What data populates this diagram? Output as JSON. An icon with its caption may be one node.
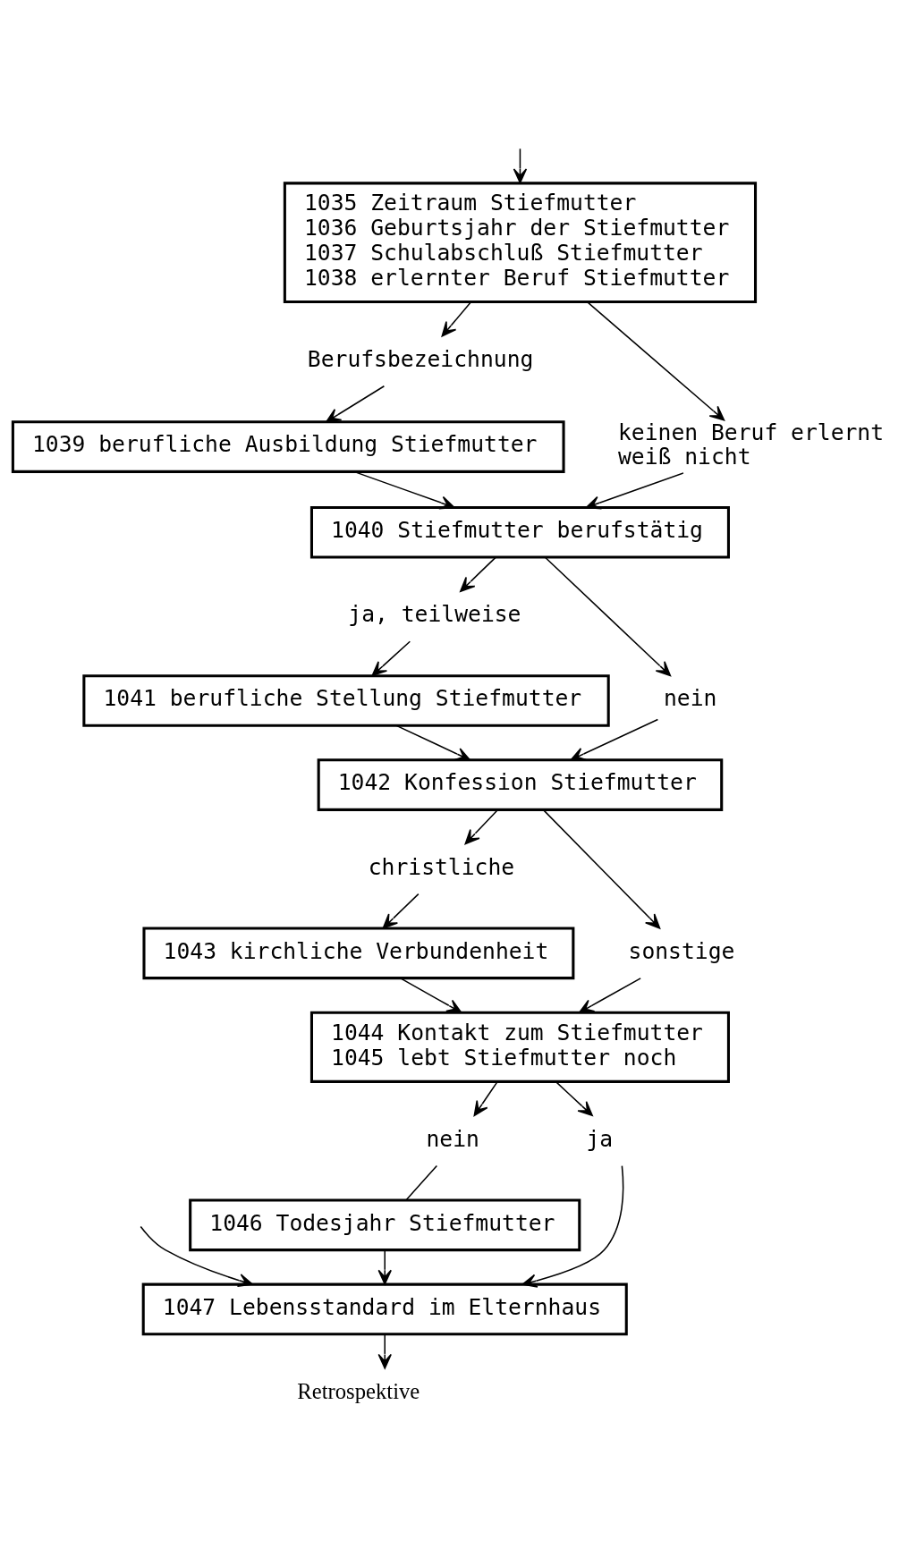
{
  "diagram": {
    "nodes": [
      {
        "text": [
          "1035 Zeitraum Stiefmutter",
          "1036 Geburtsjahr der Stiefmutter",
          "1037 Schulabschluß Stiefmutter",
          "1038 erlernter Beruf Stiefmutter"
        ]
      },
      {
        "text": [
          "Berufsbezeichnung"
        ]
      },
      {
        "text": [
          "keinen Beruf erlernt",
          "weiß nicht"
        ]
      },
      {
        "text": [
          "1039 berufliche Ausbildung Stiefmutter"
        ]
      },
      {
        "text": [
          "1040 Stiefmutter berufstätig"
        ]
      },
      {
        "text": [
          "ja, teilweise"
        ]
      },
      {
        "text": [
          "nein"
        ]
      },
      {
        "text": [
          "1041 berufliche Stellung Stiefmutter"
        ]
      },
      {
        "text": [
          "1042 Konfession Stiefmutter"
        ]
      },
      {
        "text": [
          "christliche"
        ]
      },
      {
        "text": [
          "sonstige"
        ]
      },
      {
        "text": [
          "1043 kirchliche Verbundenheit"
        ]
      },
      {
        "text": [
          "1044 Kontakt zum Stiefmutter",
          "1045 lebt Stiefmutter noch"
        ]
      },
      {
        "text": [
          "nein"
        ]
      },
      {
        "text": [
          "ja"
        ]
      },
      {
        "text": [
          "1046 Todesjahr Stiefmutter"
        ]
      },
      {
        "text": [
          "1047 Lebensstandard im Elternhaus"
        ]
      },
      {
        "text": [
          "Retrospektive"
        ]
      }
    ],
    "edges": [
      {
        "from": null,
        "to": 0,
        "arrow": "to"
      },
      {
        "from": 0,
        "to": 1,
        "arrow": "to"
      },
      {
        "from": 0,
        "to": 2,
        "arrow": "to"
      },
      {
        "from": 1,
        "to": 3,
        "arrow": "to"
      },
      {
        "from": 3,
        "to": 4,
        "arrow": "to"
      },
      {
        "from": 2,
        "to": 4,
        "arrow": "to"
      },
      {
        "from": 4,
        "to": 5,
        "arrow": "to"
      },
      {
        "from": 4,
        "to": 6,
        "arrow": "to"
      },
      {
        "from": 5,
        "to": 7,
        "arrow": "to"
      },
      {
        "from": 6,
        "to": 8,
        "arrow": "to"
      },
      {
        "from": 7,
        "to": 8,
        "arrow": "to"
      },
      {
        "from": 8,
        "to": 9,
        "arrow": "to"
      },
      {
        "from": 8,
        "to": 10,
        "arrow": "to"
      },
      {
        "from": 9,
        "to": 11,
        "arrow": "to"
      },
      {
        "from": 10,
        "to": 12,
        "arrow": "to"
      },
      {
        "from": 11,
        "to": 12,
        "arrow": "to"
      },
      {
        "from": 12,
        "to": 13,
        "arrow": "to"
      },
      {
        "from": 12,
        "to": 14,
        "arrow": "to"
      },
      {
        "from": 13,
        "to": 15,
        "arrow": "none"
      },
      {
        "from": 14,
        "to": 16,
        "arrow": "to"
      },
      {
        "from": 15,
        "to": 16,
        "arrow": "to"
      },
      {
        "from": null,
        "to": 16,
        "arrow": "to"
      },
      {
        "from": 16,
        "to": 17,
        "arrow": "to"
      }
    ]
  }
}
